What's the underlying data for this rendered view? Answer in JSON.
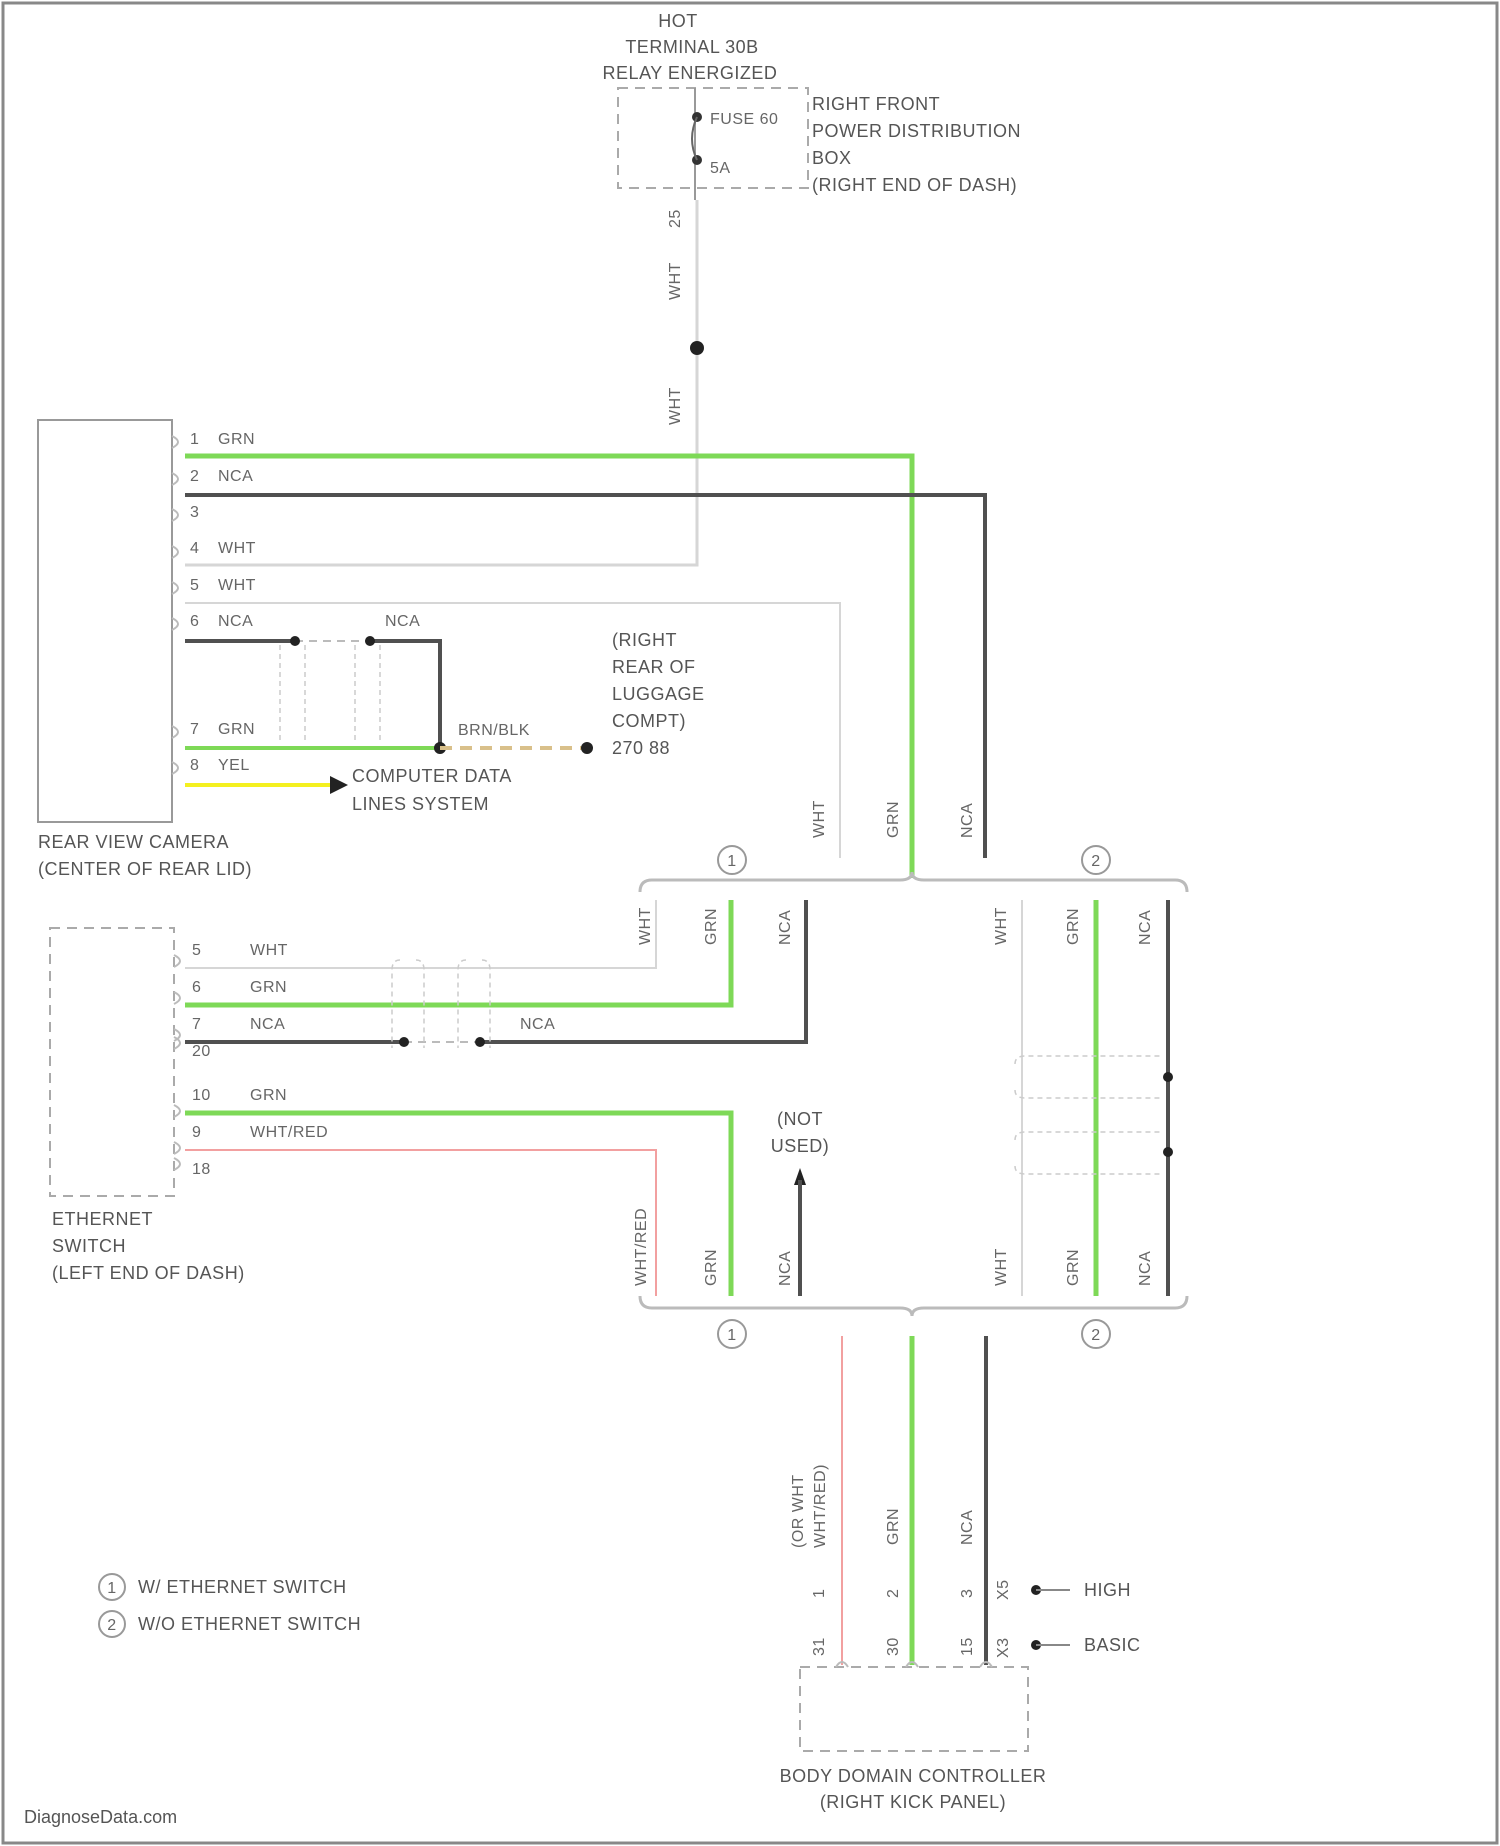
{
  "power": {
    "hot_line1": "HOT",
    "hot_line2": "TERMINAL 30B",
    "hot_line3": "RELAY ENERGIZED",
    "fuse": "FUSE 60",
    "fuse_amp": "5A",
    "box_line1": "RIGHT FRONT",
    "box_line2": "POWER DISTRIBUTION",
    "box_line3": "BOX",
    "box_line4": "(RIGHT END OF DASH)",
    "pin": "25",
    "wire1": "WHT",
    "wire2": "WHT"
  },
  "camera": {
    "name_line1": "REAR VIEW CAMERA",
    "name_line2": "(CENTER OF REAR LID)",
    "pins": [
      {
        "num": "1",
        "color": "GRN"
      },
      {
        "num": "2",
        "color": "NCA"
      },
      {
        "num": "3",
        "color": ""
      },
      {
        "num": "4",
        "color": "WHT"
      },
      {
        "num": "5",
        "color": "WHT"
      },
      {
        "num": "6",
        "color": "NCA"
      },
      {
        "num": "7",
        "color": "GRN"
      },
      {
        "num": "8",
        "color": "YEL"
      }
    ],
    "nca_label": "NCA",
    "splice_label": "BRN/BLK",
    "ground_line1": "(RIGHT",
    "ground_line2": "REAR OF",
    "ground_line3": "LUGGAGE",
    "ground_line4": "COMPT)",
    "ground_line5": "270 88",
    "cds_line1": "COMPUTER DATA",
    "cds_line2": "LINES SYSTEM"
  },
  "switch": {
    "name_line1": "ETHERNET",
    "name_line2": "SWITCH",
    "name_line3": "(LEFT END OF DASH)",
    "pins": [
      {
        "num": "5",
        "color": "WHT"
      },
      {
        "num": "6",
        "color": "GRN"
      },
      {
        "num": "7",
        "color": "NCA"
      },
      {
        "num": "20",
        "color": ""
      },
      {
        "num": "10",
        "color": "GRN"
      },
      {
        "num": "9",
        "color": "WHT/RED"
      },
      {
        "num": "18",
        "color": ""
      }
    ],
    "nca_label": "NCA"
  },
  "harness": {
    "top_wht": "WHT",
    "top_grn": "GRN",
    "top_nca": "NCA",
    "circle1": "1",
    "circle2": "2",
    "l_wht": "WHT",
    "l_grn": "GRN",
    "l_nca": "NCA",
    "r_wht": "WHT",
    "r_grn": "GRN",
    "r_nca": "NCA",
    "not_used1": "(NOT",
    "not_used2": "USED)",
    "bl_whtred": "WHT/RED",
    "bl_grn": "GRN",
    "bl_nca": "NCA",
    "br_wht": "WHT",
    "br_grn": "GRN",
    "br_nca": "NCA"
  },
  "bdc": {
    "wire1a": "(OR WHT",
    "wire1b": "WHT/RED)",
    "wire2": "GRN",
    "wire3": "NCA",
    "high_pins": [
      "1",
      "2",
      "3"
    ],
    "high_conn": "X5",
    "high_label": "HIGH",
    "basic_pins": [
      "31",
      "30",
      "15"
    ],
    "basic_conn": "X3",
    "basic_label": "BASIC",
    "name_line1": "BODY DOMAIN CONTROLLER",
    "name_line2": "(RIGHT KICK PANEL)"
  },
  "legend": {
    "item1_sym": "1",
    "item1": "W/ ETHERNET SWITCH",
    "item2_sym": "2",
    "item2": "W/O ETHERNET SWITCH"
  },
  "watermark": "DiagnoseData.com",
  "colors": {
    "grn": "#7ed957",
    "blk": "#505050",
    "wht": "#d6d6d6",
    "yel": "#f4f020",
    "red": "#f2a0a0",
    "brnblk": "#d9c08a"
  }
}
